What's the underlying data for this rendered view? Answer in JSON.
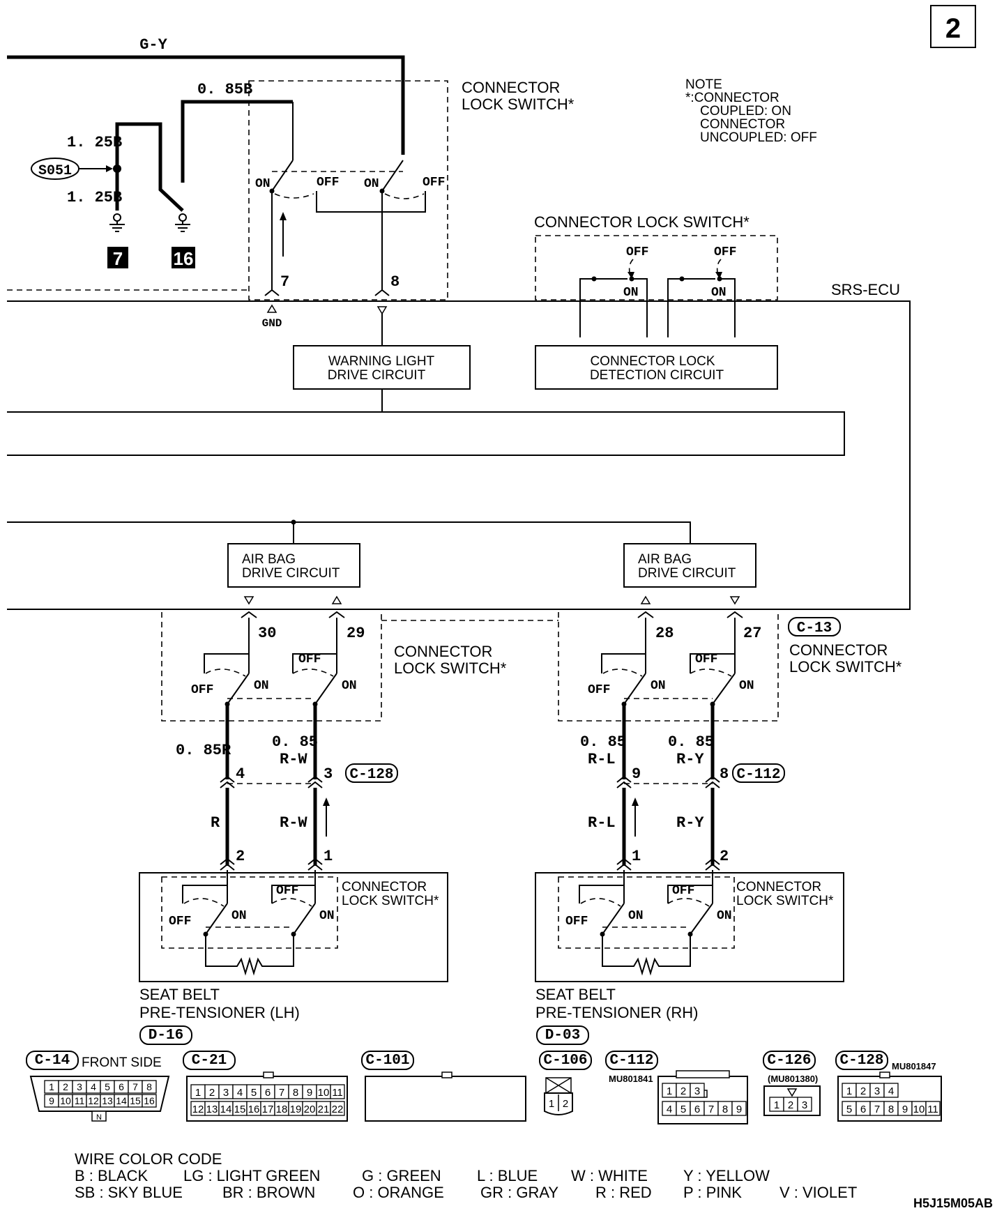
{
  "page_number": "2",
  "wires": {
    "top_bus": "G-Y",
    "left_wire_1": "0. 85B",
    "gnd_wire_a": "1. 25B",
    "gnd_wire_b": "1. 25B",
    "splice": "S051",
    "lh_4": "0. 85R",
    "lh_3_gauge": "0. 85",
    "lh_3_color": "R-W",
    "rh_9_gauge": "0. 85",
    "rh_9_color": "R-L",
    "rh_8_gauge": "0. 85",
    "rh_8_color": "R-Y",
    "lh_lower_2": "R",
    "lh_lower_1": "R-W",
    "rh_lower_1": "R-L",
    "rh_lower_2": "R-Y"
  },
  "ground_numbers": [
    "7",
    "16"
  ],
  "pins": {
    "p7": "7",
    "p8": "8",
    "p30": "30",
    "p29": "29",
    "p28": "28",
    "p27": "27",
    "lh_c4": "4",
    "lh_c3": "3",
    "lh_b2": "2",
    "lh_b1": "1",
    "rh_c9": "9",
    "rh_c8": "8",
    "rh_b1": "1",
    "rh_b2": "2"
  },
  "switch_states": {
    "on": "ON",
    "off": "OFF"
  },
  "gnd_label": "GND",
  "labels": {
    "cls_top": [
      "CONNECTOR",
      "LOCK SWITCH*"
    ],
    "cls_mid": "CONNECTOR LOCK SWITCH*",
    "cls_left": [
      "CONNECTOR",
      "LOCK SWITCH*"
    ],
    "cls_right": [
      "CONNECTOR",
      "LOCK SWITCH*"
    ],
    "cls_lh_box": [
      "CONNECTOR",
      "LOCK SWITCH*"
    ],
    "cls_rh_box": [
      "CONNECTOR",
      "LOCK SWITCH*"
    ],
    "srs_ecu": "SRS-ECU",
    "warning_light": [
      "WARNING LIGHT",
      "DRIVE CIRCUIT"
    ],
    "lock_detect": [
      "CONNECTOR LOCK",
      "DETECTION CIRCUIT"
    ],
    "airbag_left": [
      "AIR BAG",
      "DRIVE CIRCUIT"
    ],
    "airbag_right": [
      "AIR BAG",
      "DRIVE CIRCUIT"
    ],
    "pretensioner_lh": [
      "SEAT BELT",
      "PRE-TENSIONER (LH)"
    ],
    "pretensioner_rh": [
      "SEAT BELT",
      "PRE-TENSIONER (RH)"
    ]
  },
  "note": [
    "NOTE",
    "*:CONNECTOR",
    "COUPLED: ON",
    "CONNECTOR",
    "UNCOUPLED: OFF"
  ],
  "connector_refs": {
    "c13": "C-13",
    "c128": "C-128",
    "c112": "C-112",
    "d16": "D-16",
    "d03": "D-03"
  },
  "connector_views": {
    "c14": "C-14",
    "c14_side": "FRONT SIDE",
    "c21": "C-21",
    "c101": "C-101",
    "c106": "C-106",
    "c112": "C-112",
    "c112_part": "MU801841",
    "c126": "C-126",
    "c126_part": "(MU801380)",
    "c128": "C-128",
    "c128_part": "MU801847",
    "c14_row1": [
      "1",
      "2",
      "3",
      "4",
      "5",
      "6",
      "7",
      "8"
    ],
    "c14_row2": [
      "9",
      "10",
      "11",
      "12",
      "13",
      "14",
      "15",
      "16"
    ],
    "c14_key": "N",
    "c21_row1": [
      "1",
      "2",
      "3",
      "4",
      "5",
      "6",
      "7",
      "8",
      "9",
      "10",
      "11"
    ],
    "c21_row2": [
      "12",
      "13",
      "14",
      "15",
      "16",
      "17",
      "18",
      "19",
      "20",
      "21",
      "22"
    ],
    "c106_pins": [
      "1",
      "2"
    ],
    "c112_row1": [
      "1",
      "2",
      "3"
    ],
    "c112_row2": [
      "4",
      "5",
      "6",
      "7",
      "8",
      "9"
    ],
    "c126_pins": [
      "1",
      "2",
      "3"
    ],
    "c128_row1": [
      "1",
      "2",
      "3",
      "4"
    ],
    "c128_row2": [
      "5",
      "6",
      "7",
      "8",
      "9",
      "10",
      "11"
    ]
  },
  "color_code": {
    "title": "WIRE COLOR CODE",
    "row1": [
      "B : BLACK",
      "LG : LIGHT GREEN",
      "G : GREEN",
      "L : BLUE",
      "W : WHITE",
      "Y : YELLOW"
    ],
    "row2": [
      "SB : SKY BLUE",
      "BR : BROWN",
      "O : ORANGE",
      "GR : GRAY",
      "R : RED",
      "P : PINK",
      "V : VIOLET"
    ]
  },
  "figure_code": "H5J15M05AB"
}
